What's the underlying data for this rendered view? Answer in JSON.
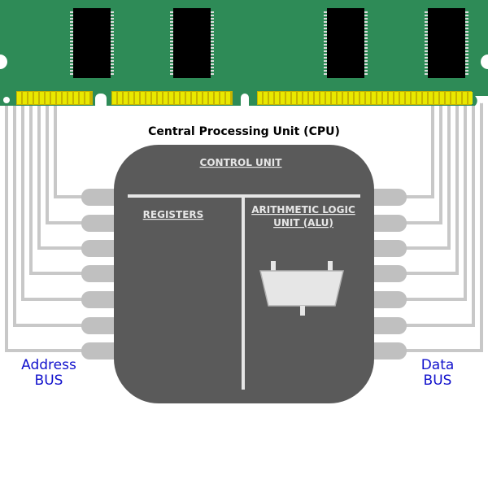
{
  "diagram": {
    "title": "Central Processing Unit (CPU)",
    "control_unit": "CONTROL UNIT",
    "registers": "REGISTERS",
    "alu": {
      "line1": "ARITHMETIC LOGIC",
      "line2": "UNIT (ALU)"
    },
    "address_bus": {
      "line1": "Address",
      "line2": "BUS"
    },
    "data_bus": {
      "line1": "Data",
      "line2": "BUS"
    }
  },
  "colors": {
    "ram_board": "#2e8b57",
    "ram_chip": "#000000",
    "ram_contacts": "#e8e800",
    "cpu_body": "#5a5a5a",
    "cpu_pins": "#c0c0c0",
    "bus_wires": "#c8c8c8",
    "cpu_text": "#e6e6e6",
    "bus_label": "#1010cc"
  }
}
